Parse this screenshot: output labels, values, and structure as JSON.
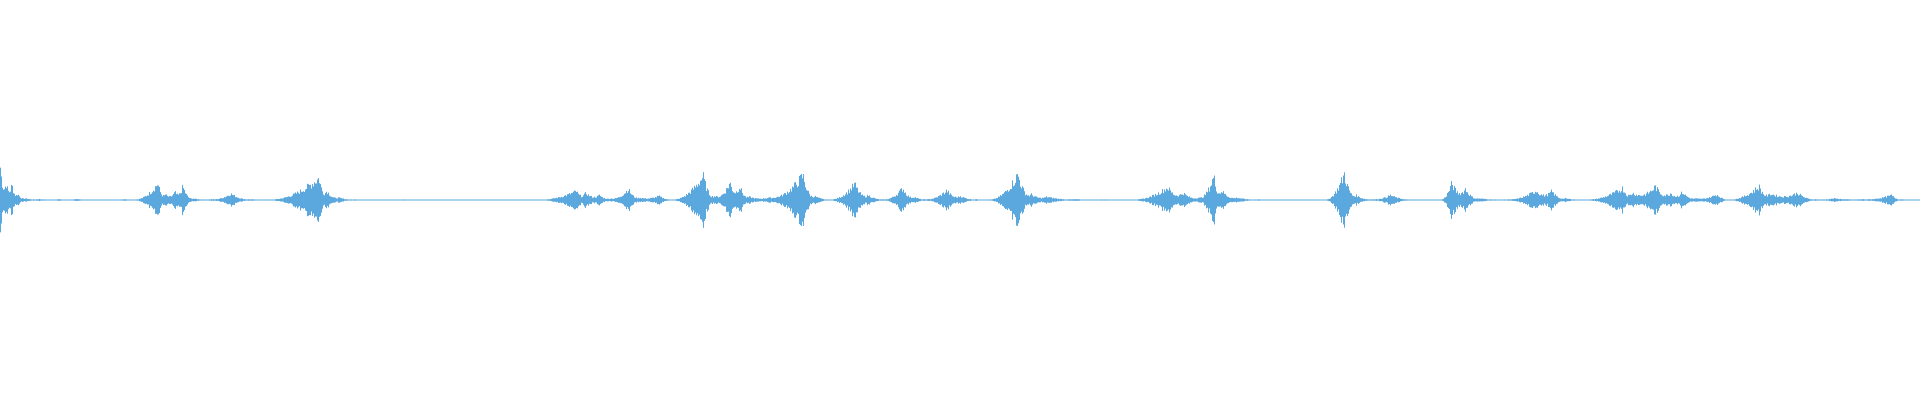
{
  "waveform": {
    "color": "#5aa8dd",
    "peaks": [
      [
        0.0,
        0.42
      ],
      [
        0.003,
        0.22
      ],
      [
        0.006,
        0.2
      ],
      [
        0.009,
        0.08
      ],
      [
        0.013,
        0.02
      ],
      [
        0.02,
        0.012
      ],
      [
        0.03,
        0.01
      ],
      [
        0.04,
        0.01
      ],
      [
        0.055,
        0.006
      ],
      [
        0.065,
        0.012
      ],
      [
        0.07,
        0.008
      ],
      [
        0.082,
        0.21
      ],
      [
        0.086,
        0.07
      ],
      [
        0.091,
        0.1
      ],
      [
        0.095,
        0.17
      ],
      [
        0.1,
        0.02
      ],
      [
        0.11,
        0.01
      ],
      [
        0.12,
        0.08
      ],
      [
        0.13,
        0.01
      ],
      [
        0.14,
        0.006
      ],
      [
        0.166,
        0.28
      ],
      [
        0.17,
        0.12
      ],
      [
        0.176,
        0.03
      ],
      [
        0.185,
        0.008
      ],
      [
        0.2,
        0.006
      ],
      [
        0.21,
        0.008
      ],
      [
        0.23,
        0.004
      ],
      [
        0.24,
        0.004
      ],
      [
        0.26,
        0.004
      ],
      [
        0.28,
        0.004
      ],
      [
        0.3,
        0.11
      ],
      [
        0.305,
        0.09
      ],
      [
        0.312,
        0.06
      ],
      [
        0.318,
        0.02
      ],
      [
        0.327,
        0.14
      ],
      [
        0.333,
        0.03
      ],
      [
        0.343,
        0.05
      ],
      [
        0.35,
        0.005
      ],
      [
        0.366,
        0.3
      ],
      [
        0.372,
        0.05
      ],
      [
        0.38,
        0.22
      ],
      [
        0.385,
        0.18
      ],
      [
        0.39,
        0.04
      ],
      [
        0.4,
        0.03
      ],
      [
        0.418,
        0.31
      ],
      [
        0.424,
        0.05
      ],
      [
        0.432,
        0.006
      ],
      [
        0.445,
        0.2
      ],
      [
        0.452,
        0.06
      ],
      [
        0.46,
        0.008
      ],
      [
        0.47,
        0.15
      ],
      [
        0.476,
        0.04
      ],
      [
        0.482,
        0.01
      ],
      [
        0.493,
        0.12
      ],
      [
        0.5,
        0.05
      ],
      [
        0.508,
        0.01
      ],
      [
        0.515,
        0.006
      ],
      [
        0.53,
        0.32
      ],
      [
        0.537,
        0.07
      ],
      [
        0.545,
        0.04
      ],
      [
        0.56,
        0.01
      ],
      [
        0.575,
        0.008
      ],
      [
        0.59,
        0.006
      ],
      [
        0.608,
        0.16
      ],
      [
        0.616,
        0.09
      ],
      [
        0.624,
        0.03
      ],
      [
        0.632,
        0.3
      ],
      [
        0.636,
        0.12
      ],
      [
        0.644,
        0.03
      ],
      [
        0.655,
        0.008
      ],
      [
        0.67,
        0.006
      ],
      [
        0.69,
        0.004
      ],
      [
        0.7,
        0.33
      ],
      [
        0.706,
        0.06
      ],
      [
        0.714,
        0.01
      ],
      [
        0.724,
        0.06
      ],
      [
        0.735,
        0.006
      ],
      [
        0.75,
        0.004
      ],
      [
        0.756,
        0.21
      ],
      [
        0.763,
        0.14
      ],
      [
        0.77,
        0.02
      ],
      [
        0.785,
        0.008
      ],
      [
        0.8,
        0.12
      ],
      [
        0.808,
        0.11
      ],
      [
        0.815,
        0.02
      ],
      [
        0.826,
        0.006
      ],
      [
        0.845,
        0.15
      ],
      [
        0.85,
        0.09
      ],
      [
        0.862,
        0.17
      ],
      [
        0.87,
        0.09
      ],
      [
        0.876,
        0.1
      ],
      [
        0.883,
        0.02
      ],
      [
        0.894,
        0.07
      ],
      [
        0.9,
        0.005
      ],
      [
        0.916,
        0.17
      ],
      [
        0.922,
        0.08
      ],
      [
        0.936,
        0.09
      ],
      [
        0.945,
        0.01
      ],
      [
        0.955,
        0.02
      ],
      [
        0.97,
        0.01
      ],
      [
        0.985,
        0.06
      ],
      [
        0.99,
        0.01
      ],
      [
        1.0,
        0.006
      ]
    ]
  }
}
